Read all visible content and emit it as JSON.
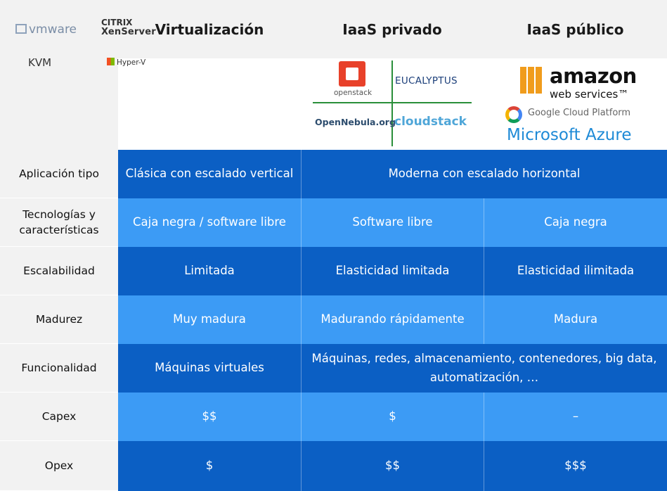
{
  "headers": [
    "",
    "Virtualización",
    "IaaS privado",
    "IaaS público"
  ],
  "logos": {
    "virtualization": {
      "vmware": "vmware",
      "citrix": "CITRIX",
      "xenserver": "XenServer",
      "kvm": "KVM",
      "microsoft": "Microsoft",
      "hyperv": "Hyper-V"
    },
    "private": {
      "openstack": "openstack",
      "eucalyptus": "EUCALYPTUS",
      "opennebula": "OpenNebula.org",
      "cloudstack": "cloudstack"
    },
    "public": {
      "amazon": "amazon",
      "webservices": "web services™",
      "google": "Google",
      "cloudplatform": "Cloud Platform",
      "azure": "Microsoft Azure"
    }
  },
  "rows": [
    {
      "label": "Aplicación tipo",
      "virt": "Clásica con escalado vertical",
      "iaas": "Moderna con escalado horizontal"
    },
    {
      "label": "Tecnologías y características",
      "virt": "Caja negra / software libre",
      "priv": "Software libre",
      "pub": "Caja negra"
    },
    {
      "label": "Escalabilidad",
      "virt": "Limitada",
      "priv": "Elasticidad limitada",
      "pub": "Elasticidad ilimitada"
    },
    {
      "label": "Madurez",
      "virt": "Muy madura",
      "priv": "Madurando rápidamente",
      "pub": "Madura"
    },
    {
      "label": "Funcionalidad",
      "virt": "Máquinas virtuales",
      "iaas": "Máquinas, redes, almacenamiento, contenedores, big data, automatización, …"
    },
    {
      "label": "Capex",
      "virt": "$$",
      "priv": "$",
      "pub": "–"
    },
    {
      "label": "Opex",
      "virt": "$",
      "priv": "$$",
      "pub": "$$$"
    }
  ],
  "colors": {
    "dark_blue": "#0b5fc4",
    "light_blue": "#3c9bf5",
    "label_bg": "#f2f2f2"
  }
}
